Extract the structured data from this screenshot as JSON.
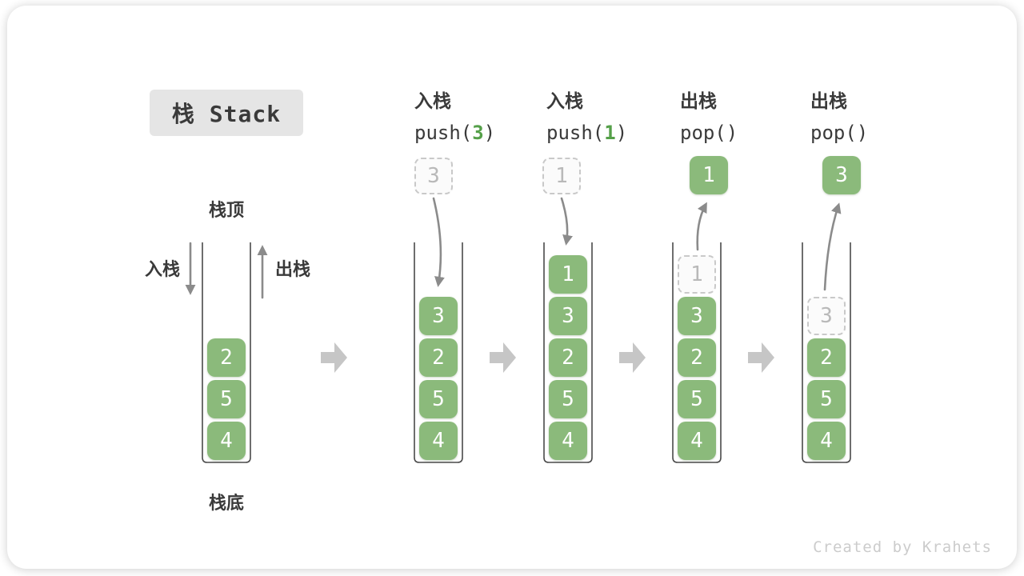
{
  "title": {
    "label": "栈 Stack"
  },
  "stack_labels": {
    "top": "栈顶",
    "bottom": "栈底",
    "push_side": "入栈",
    "pop_side": "出栈"
  },
  "operations": [
    {
      "title": "入栈",
      "fn": "push(",
      "arg": "3",
      "close": ")"
    },
    {
      "title": "入栈",
      "fn": "push(",
      "arg": "1",
      "close": ")"
    },
    {
      "title": "出栈",
      "fn": "pop(",
      "arg": "",
      "close": ")"
    },
    {
      "title": "出栈",
      "fn": "pop(",
      "arg": "",
      "close": ")"
    }
  ],
  "stacks": [
    {
      "name": "initial",
      "blocks": [
        "2",
        "5",
        "4"
      ]
    },
    {
      "name": "after-push-3",
      "incoming": "3",
      "blocks": [
        "3",
        "2",
        "5",
        "4"
      ]
    },
    {
      "name": "after-push-1",
      "incoming": "1",
      "blocks": [
        "1",
        "3",
        "2",
        "5",
        "4"
      ]
    },
    {
      "name": "after-pop-1",
      "popped": "1",
      "ghost": "1",
      "blocks": [
        "3",
        "2",
        "5",
        "4"
      ]
    },
    {
      "name": "after-pop-3",
      "popped": "3",
      "ghost": "3",
      "blocks": [
        "2",
        "5",
        "4"
      ]
    }
  ],
  "watermark": "Created by Krahets",
  "colors": {
    "block-green": "#8bba7b",
    "arg-green": "#55a049",
    "text-dark": "#3a3a3a",
    "arrow-gray": "#8b8b8b",
    "separator-gray": "#c6c6c6",
    "dashed-border": "#c9c9c9",
    "ghost-text": "#b9b9b9",
    "title-bg": "#e5e5e5",
    "watermark-gray": "#cccccc"
  }
}
